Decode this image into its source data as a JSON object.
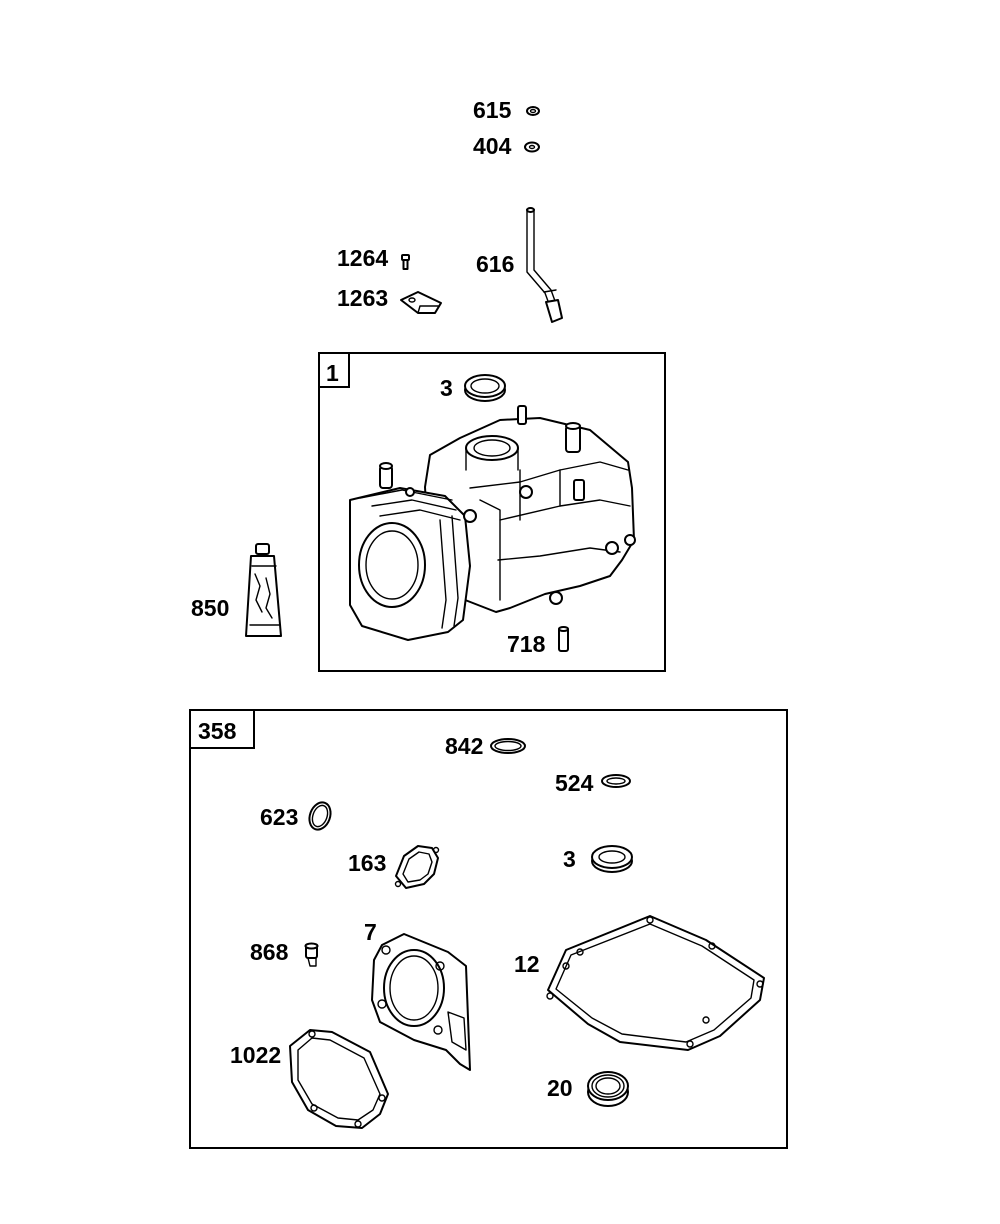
{
  "groups": {
    "engine_block": {
      "number": "1"
    },
    "gasket_set": {
      "number": "358"
    }
  },
  "callouts": {
    "p615": "615",
    "p404": "404",
    "p1264": "1264",
    "p1263": "1263",
    "p616": "616",
    "p3_top": "3",
    "p850": "850",
    "p718": "718",
    "p842": "842",
    "p524": "524",
    "p623": "623",
    "p163": "163",
    "p3_kit": "3",
    "p7": "7",
    "p868": "868",
    "p12": "12",
    "p1022": "1022",
    "p20": "20"
  },
  "icons": {
    "p615": "nut-icon",
    "p404": "washer-icon",
    "p1264": "screw-icon",
    "p1263": "clamp-icon",
    "p616": "dipstick-tube-icon",
    "p3": "oil-seal-icon",
    "p850": "sealant-tube-icon",
    "p718": "dowel-pin-icon",
    "p842": "o-ring-icon",
    "p524": "seal-ring-icon",
    "p623": "o-ring-icon",
    "p163": "intake-gasket-icon",
    "p7": "cylinder-head-gasket-icon",
    "p868": "plug-icon",
    "p12": "crankcase-gasket-icon",
    "p1022": "rocker-cover-gasket-icon",
    "p20": "oil-seal-icon"
  }
}
